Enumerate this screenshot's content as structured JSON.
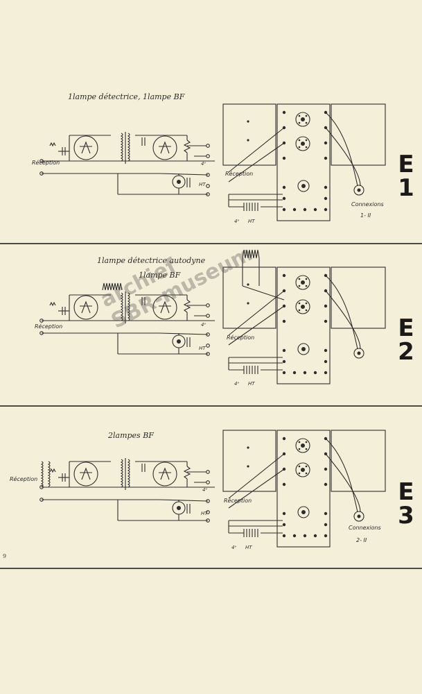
{
  "panels": [
    {
      "caption_lines": [
        "1lampe détectrice, 1lampe BF"
      ],
      "reception_left": "Réception",
      "reception_right": "Réception",
      "voltage_a": "4ᵛ",
      "voltage_b": "HT",
      "bat_labels": [
        "4ᵛ",
        "HT"
      ],
      "connexions": [
        "Connexions",
        "1- II"
      ],
      "code_letter": "E",
      "code_number": "1"
    },
    {
      "caption_lines": [
        "1lampe détectrice autodyne",
        "1lampe BF"
      ],
      "reception_left": "Réception",
      "reception_right": "Réception",
      "voltage_a": "4ᵛ",
      "voltage_b": "HT",
      "bat_labels": [
        "4ᵛ",
        "HT"
      ],
      "connexions": [
        "",
        ""
      ],
      "code_letter": "E",
      "code_number": "2"
    },
    {
      "caption_lines": [
        "2lampes BF"
      ],
      "reception_left": "Réception",
      "reception_right": "Réception",
      "voltage_a": "4ᵛ",
      "voltage_b": "HT",
      "bat_labels": [
        "4ᵛ",
        "HT"
      ],
      "connexions": [
        "Connexions",
        "2- II"
      ],
      "code_letter": "E",
      "code_number": "3"
    }
  ],
  "watermark": {
    "line1": "archief",
    "line2": "SBR-museum"
  },
  "page_number": "9",
  "colors": {
    "paper": "#f4efd9",
    "ink": "#2d2d2d"
  }
}
